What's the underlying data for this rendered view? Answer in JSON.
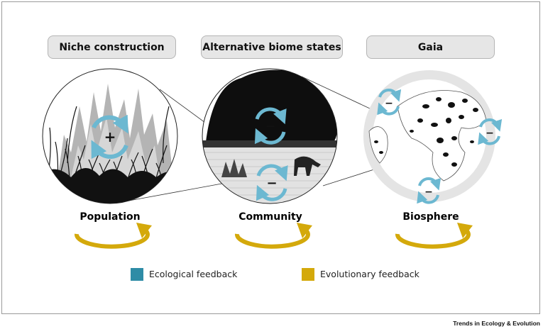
{
  "titles": {
    "left": "Niche construction",
    "middle": "Alternative biome states",
    "right": "Gaia"
  },
  "scales": {
    "left": "Population",
    "middle": "Community",
    "right": "Biosphere"
  },
  "feedback_signs": {
    "left": "+",
    "middle_top": "−",
    "middle_bottom": "−",
    "right_a": "−",
    "right_b": "−",
    "right_c": "−"
  },
  "legend": {
    "ecological": {
      "label": "Ecological feedback",
      "color": "#2e8ca6"
    },
    "evolutionary": {
      "label": "Evolutionary feedback",
      "color": "#d4a90b"
    }
  },
  "colors": {
    "ecological_arrow": "#6cb8d1",
    "evolutionary_arrow": "#d4a90b",
    "pill_fill": "#e6e6e6"
  },
  "footer": "Trends in Ecology & Evolution"
}
